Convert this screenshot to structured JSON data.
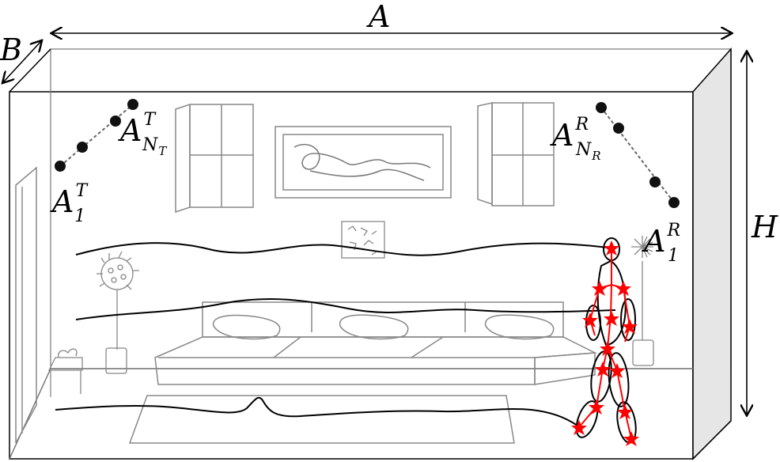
{
  "labels": {
    "width": "A",
    "depth": "B",
    "height": "H",
    "tx_first": {
      "base": "A",
      "sup": "T",
      "sub": "1"
    },
    "tx_last": {
      "base": "A",
      "sup": "T",
      "sub": "N",
      "subsub": "T"
    },
    "rx_first": {
      "base": "A",
      "sup": "R",
      "sub": "1"
    },
    "rx_last": {
      "base": "A",
      "sup": "R",
      "sub": "N",
      "subsub": "R"
    }
  },
  "colors": {
    "line": "#000000",
    "furniture": "#808080",
    "side_wall": "#e6e6e6",
    "skeleton": "#ff0000",
    "antenna": "#111111"
  }
}
